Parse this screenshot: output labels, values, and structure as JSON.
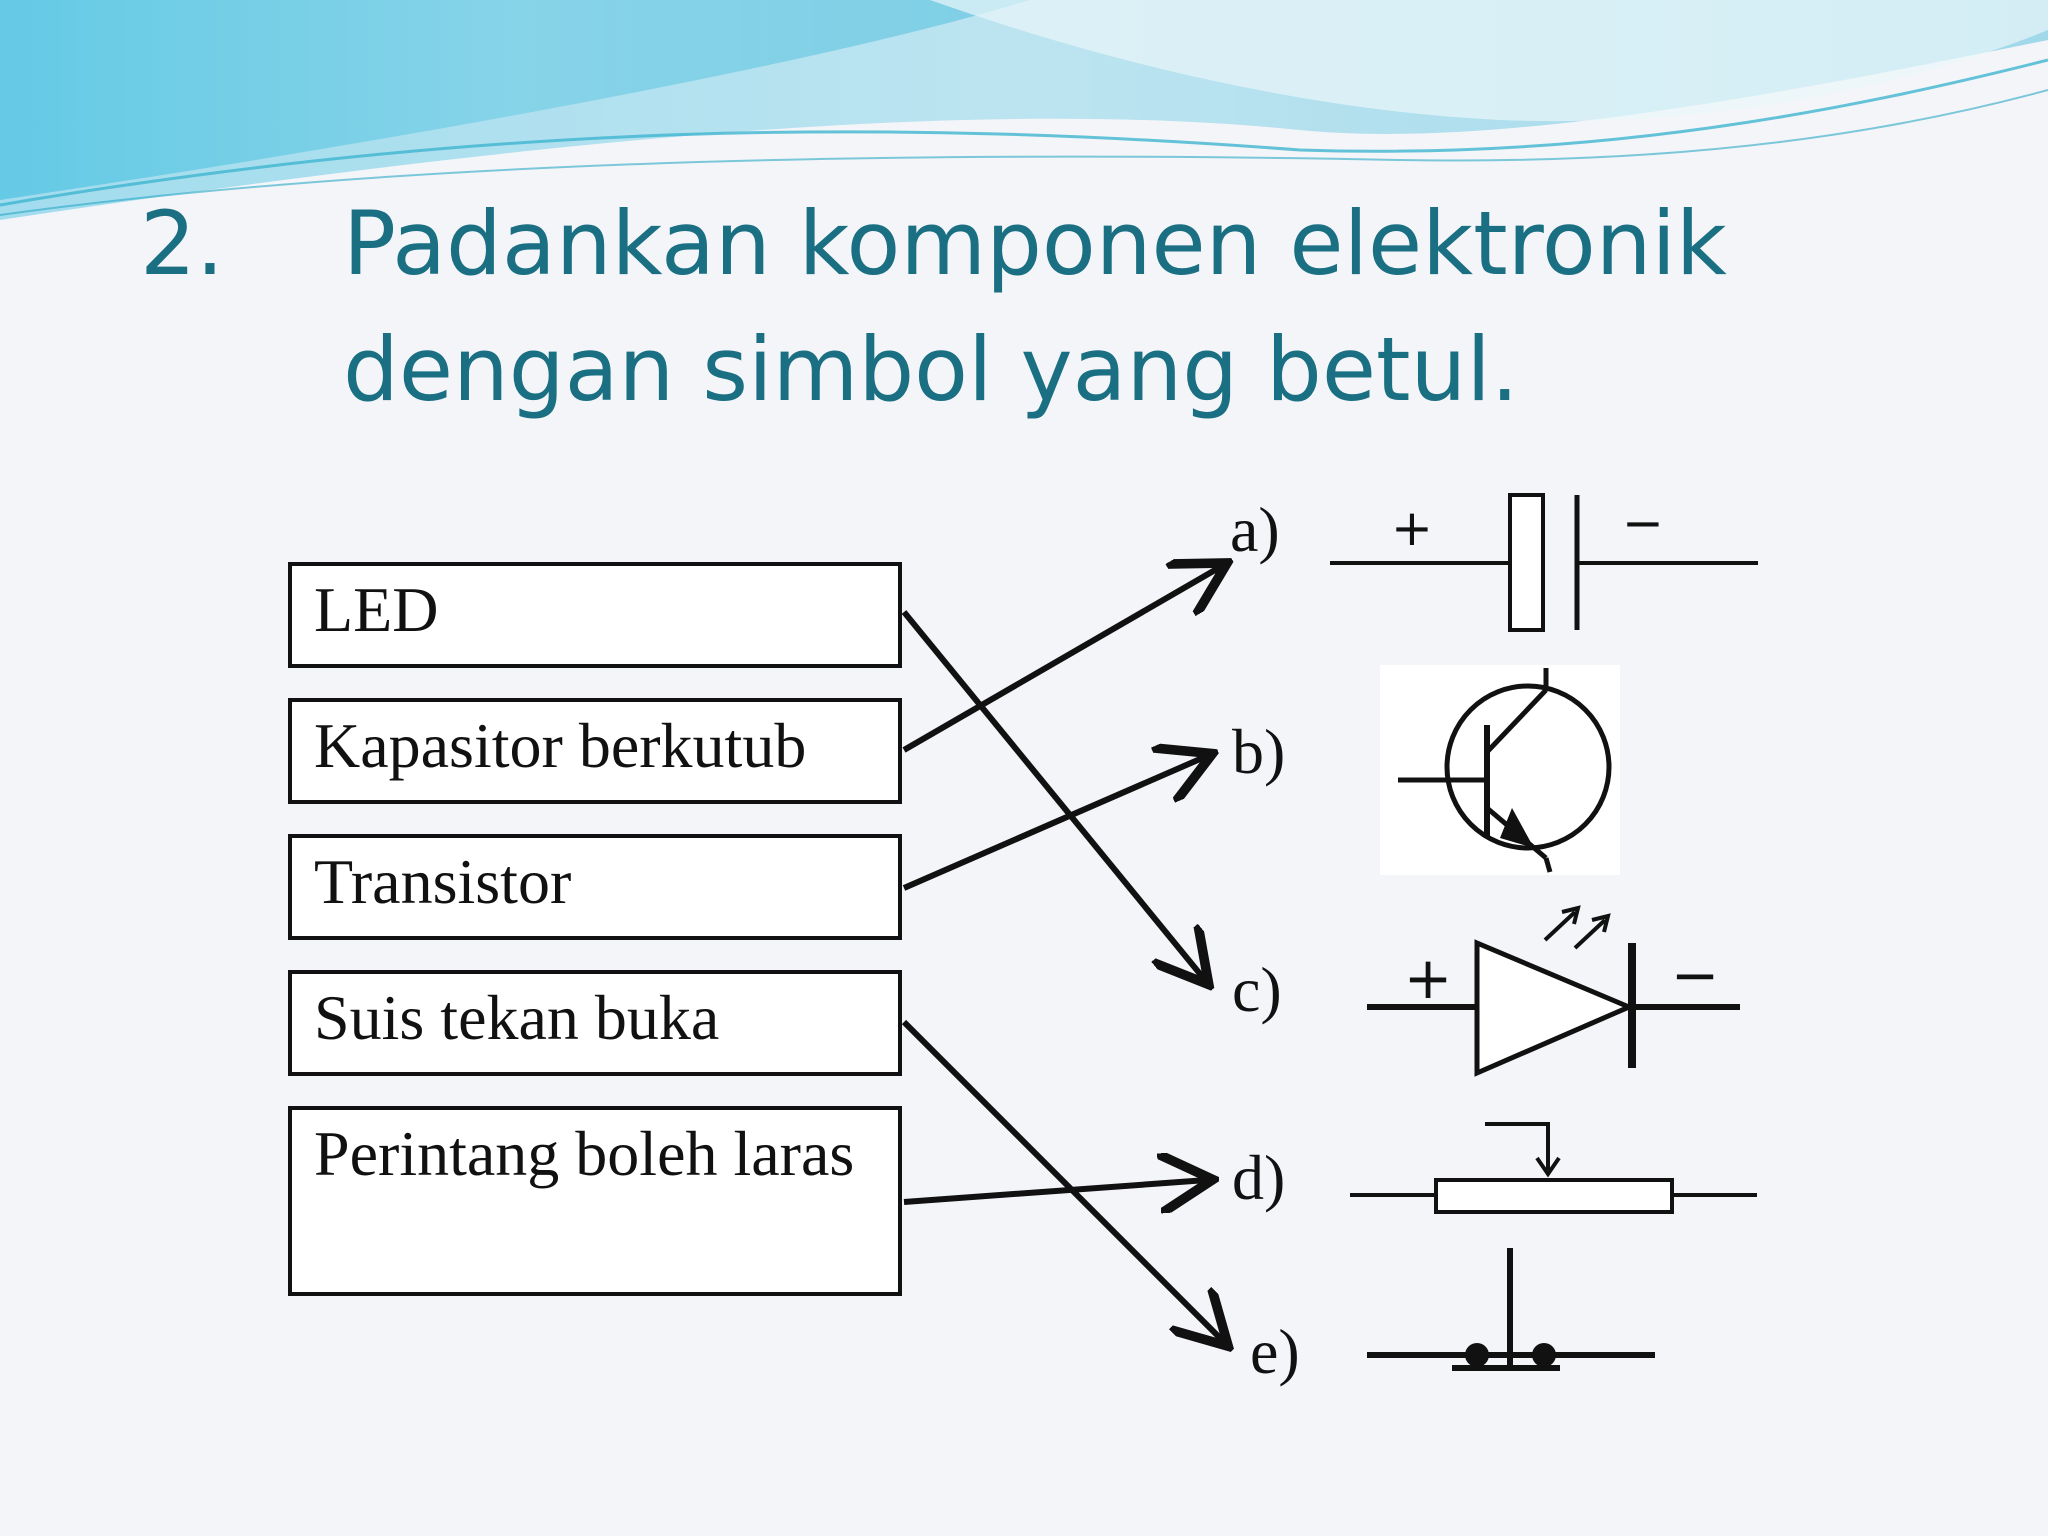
{
  "title": {
    "number": "2.",
    "line1": "Padankan komponen elektronik",
    "line2": "dengan simbol yang betul."
  },
  "components": [
    {
      "id": "led",
      "label": "LED"
    },
    {
      "id": "kapasitor",
      "label": "Kapasitor berkutub"
    },
    {
      "id": "transistor",
      "label": "Transistor"
    },
    {
      "id": "suis",
      "label": "Suis tekan buka"
    },
    {
      "id": "perintang",
      "label": "Perintang boleh laras"
    }
  ],
  "symbols": [
    {
      "label": "a)",
      "symbol": "polarized-capacitor",
      "plus": "+",
      "minus": "−"
    },
    {
      "label": "b)",
      "symbol": "transistor"
    },
    {
      "label": "c)",
      "symbol": "led",
      "plus": "+",
      "minus": "−"
    },
    {
      "label": "d)",
      "symbol": "variable-resistor"
    },
    {
      "label": "e)",
      "symbol": "push-switch"
    }
  ],
  "matches": [
    {
      "component": "LED",
      "symbol": "c)"
    },
    {
      "component": "Kapasitor berkutub",
      "symbol": "a)"
    },
    {
      "component": "Transistor",
      "symbol": "b)"
    },
    {
      "component": "Suis tekan buka",
      "symbol": "e)"
    },
    {
      "component": "Perintang boleh laras",
      "symbol": "d)"
    }
  ],
  "colors": {
    "title": "#1a6f83",
    "ink": "#111111",
    "wave": "#5cc9e0"
  }
}
